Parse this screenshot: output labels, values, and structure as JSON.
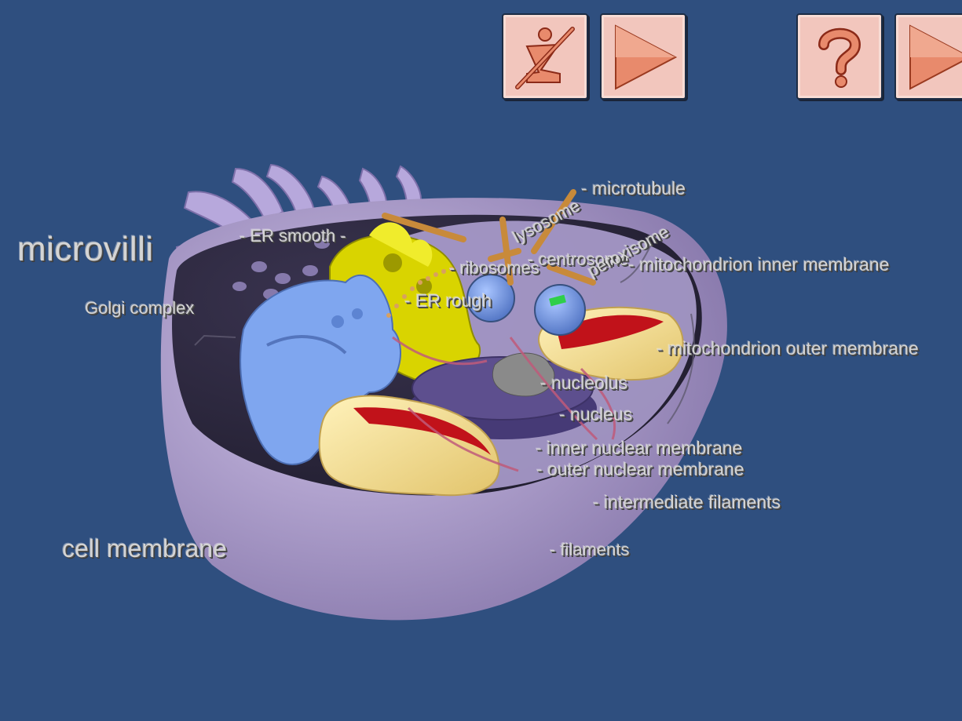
{
  "toolbar": {
    "buttons": [
      {
        "id": "posture",
        "icon": "walking-figure-icon"
      },
      {
        "id": "play1",
        "icon": "play-arrow-icon"
      },
      {
        "id": "help",
        "icon": "question-mark-icon"
      },
      {
        "id": "play2",
        "icon": "play-arrow-icon"
      }
    ]
  },
  "labels": {
    "microvilli": "microvilli",
    "golgi": "Golgi complex",
    "cell_membrane": "cell membrane",
    "er_smooth": "- ER smooth -",
    "microtubule": "- microtubule",
    "ribosomes": "- ribosomes",
    "centrosome": "- centrosome",
    "lysosome": "lysosome",
    "peroxisome": "peroxisome",
    "mito_inner": "- mitochondrion inner membrane",
    "er_rough": "- ER rough",
    "mito_outer": "- mitochondrion outer membrane",
    "nucleolus": "- nucleolus",
    "nucleus": "- nucleus",
    "inner_nuclear": "- inner nuclear membrane",
    "outer_nuclear": "- outer nuclear membrane",
    "intermediate": "- intermediate filaments",
    "filaments": "- filaments"
  },
  "colors": {
    "background": "#2f4f7f",
    "button_face": "#f2c6bd",
    "icon_fill": "#e88a6c",
    "cell": "#a79ac4",
    "golgi": "#7fa6ef",
    "er": "#d8d400",
    "mitochondrion_outer": "#f6e29c",
    "mitochondrion_inner": "#c1121a",
    "nucleus": "#5d4f8e",
    "microtubule": "#c88a3a"
  }
}
